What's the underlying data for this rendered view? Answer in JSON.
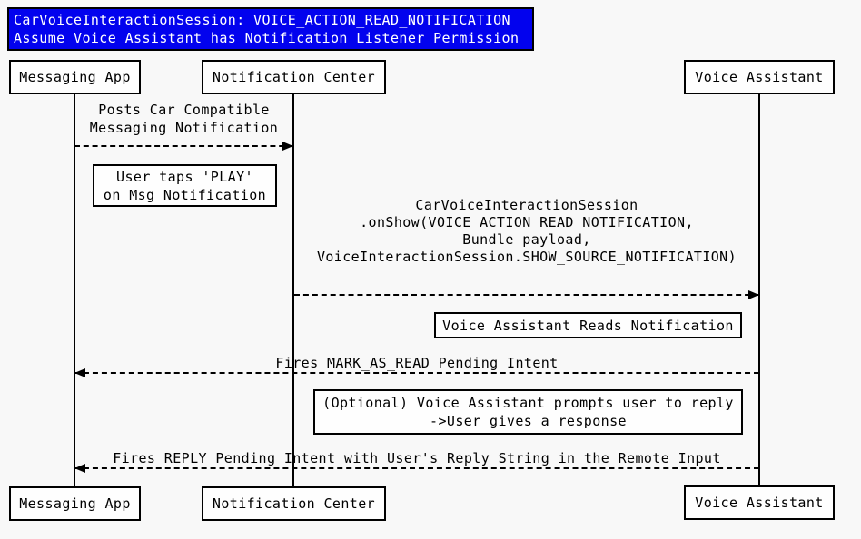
{
  "colors": {
    "background": "#f8f8f8",
    "box_fill": "#fefefe",
    "box_border": "#000000",
    "title_bg": "#0202ee",
    "title_text": "#ffffff",
    "text": "#000000"
  },
  "title": {
    "line1": "CarVoiceInteractionSession: VOICE_ACTION_READ_NOTIFICATION",
    "line2": "Assume Voice Assistant has Notification Listener Permission"
  },
  "participants": [
    {
      "name": "Messaging App"
    },
    {
      "name": "Notification Center"
    },
    {
      "name": "Voice Assistant"
    }
  ],
  "messages": [
    {
      "from": "Messaging App",
      "to": "Notification Center",
      "direction": "right",
      "style": "dashed",
      "label_lines": [
        "Posts Car Compatible",
        "Messaging Notification"
      ]
    },
    {
      "from": "Notification Center",
      "to": "Voice Assistant",
      "direction": "right",
      "style": "dashed",
      "label_lines": [
        "CarVoiceInteractionSession",
        ".onShow(VOICE_ACTION_READ_NOTIFICATION,",
        "Bundle payload,",
        "VoiceInteractionSession.SHOW_SOURCE_NOTIFICATION)"
      ]
    },
    {
      "from": "Voice Assistant",
      "to": "Messaging App",
      "direction": "left",
      "style": "dashed",
      "label_lines": [
        "Fires MARK_AS_READ Pending Intent"
      ]
    },
    {
      "from": "Voice Assistant",
      "to": "Messaging App",
      "direction": "left",
      "style": "dashed",
      "label_lines": [
        "Fires REPLY Pending Intent with User's Reply String in the Remote Input"
      ]
    }
  ],
  "notes": [
    {
      "lines": [
        "User taps 'PLAY'",
        "on Msg Notification"
      ]
    },
    {
      "lines": [
        "Voice Assistant Reads Notification"
      ]
    },
    {
      "lines": [
        "(Optional) Voice Assistant prompts user to reply",
        "->User gives a response"
      ]
    }
  ]
}
